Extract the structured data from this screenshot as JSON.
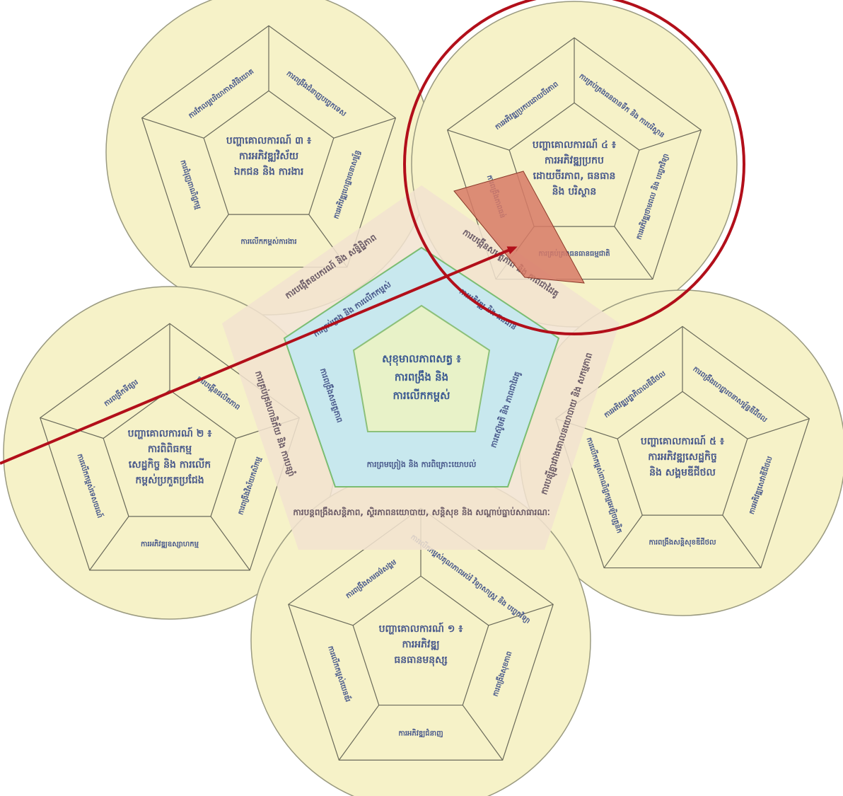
{
  "colors": {
    "circle_fill": "#f6f2c8",
    "circle_stroke": "#9a9a80",
    "outer_pentagon": "#f2e3d0",
    "inner_pentagon": "#c8e8ee",
    "core_pentagon": "#e8f2c8",
    "highlight_segment": "#d77a66",
    "highlight_circle": "#b20f1a",
    "arrow": "#b20f1a",
    "text": "#4a5a8c"
  },
  "center": {
    "title": "សុខុមាលភាពសត្វ ៖",
    "subtitle": "ការពង្រឹង និង",
    "subtitle2": "ការលើកកម្ពស់"
  },
  "inner_ring": [
    "ការគ្រប់គ្រង និង ការលើកកម្ពស់",
    "ការអភិវឌ្ឍ និង ធនធាន",
    "ការតស៊ូមតិ និង ភាពជាដៃគូ",
    "ការព្រមព្រៀង និង ការពិគ្រោះយោបល់",
    "ការពង្រឹងសមត្ថភាព"
  ],
  "outer_ring": [
    "ការបង្កើតឧបករណ៍ និង សន្ទិដ្ឋិភាព",
    "ការបង្កើនសមត្ថភាព និង ភាពជាដៃគូ",
    "ការបន្ស៊ីគ្នារវាងគោលនយោបាយ និង សកម្មភាព",
    "ការបន្តពង្រឹងសន្តិភាព, ស្ថិរភាពនយោបាយ, សន្តិសុខ និង សណ្តាប់ធ្នាប់សាធារណៈ",
    "ការគ្រប់គ្រងហានិភ័យ និង ការបន្សាំ"
  ],
  "circles": [
    {
      "title": "បញ្ហាគោលការណ៍ ៣ ៖",
      "line2": "ការអភិវឌ្ឍវិស័យ",
      "line3": "ឯកជន និង ការងារ",
      "segments": [
        "ការពង្រឹងជំនាញបច្ចេកទេស",
        "ការអភិវឌ្ឍហេដ្ឋារចនាសម្ព័ន្ធ",
        "ការលើកកម្ពស់ការងារ",
        "ការជំរុញពាណិជ្ជកម្ម",
        "ការកែលម្អបរិយាកាសវិនិយោគ"
      ]
    },
    {
      "title": "បញ្ហាគោលការណ៍ ៤ ៖",
      "line2": "ការអភិវឌ្ឍប្រកប",
      "line3": "ដោយចីរភាព, ធនធាន",
      "line4": "និង បរិស្ថាន",
      "segments": [
        "ការគ្រប់គ្រងធនធានទឹក និង ការបរិស្ថាន",
        "ការអភិវឌ្ឍថាមពល និង បច្ចេកវិទ្យា",
        "ការគ្រប់គ្រងធនធានធម្មជាតិ",
        "ការពង្រឹងភាពធន់",
        "ការអភិវឌ្ឍប្រកបដោយចីរភាព"
      ]
    },
    {
      "title": "បញ្ហាគោលការណ៍ ២ ៖",
      "line2": "ការពិពិធកម្ម",
      "line3": "សេដ្ឋកិច្ច និង ការលើក",
      "line4": "កម្ពស់ប្រកួតប្រជែង",
      "segments": [
        "ការបង្កើនផលិតភាព",
        "ការពង្រឹងវិស័យកសិកម្ម",
        "ការអភិវឌ្ឍឧស្សាហកម្ម",
        "ការលើកកម្ពស់ទេសចរណ៍",
        "ការពង្រីកទីផ្សារ"
      ]
    },
    {
      "title": "បញ្ហាគោលការណ៍ ៥ ៖",
      "line2": "ការអភិវឌ្ឍសេដ្ឋកិច្ច",
      "line3": "និង សង្គមឌីជីថល",
      "segments": [
        "ការពង្រឹងហេដ្ឋារចនាសម្ព័ន្ធឌីជីថល",
        "ការអភិវឌ្ឍសេវាឌីជីថល",
        "ការពង្រឹងសន្តិសុខឌីជីថល",
        "ការលើកកម្ពស់ពាណិជ្ជកម្មអេឡិចត្រូនិក",
        "ការអភិវឌ្ឍរដ្ឋាភិបាលឌីជីថល"
      ]
    },
    {
      "title": "បញ្ហាគោលការណ៍ ១ ៖",
      "line2": "ការអភិវឌ្ឍ",
      "line3": "ធនធានមនុស្ស",
      "segments": [
        "ការលើកកម្ពស់គុណភាពអប់រំ វិទ្យាសាស្ត្រ និង បច្ចេកវិទ្យា",
        "ការពង្រឹងសុខភាព",
        "ការអភិវឌ្ឍជំនាញ",
        "ការលើកកម្ពស់យេនឌ័រ",
        "ការពង្រឹងសមធម៌សង្គម"
      ]
    }
  ]
}
